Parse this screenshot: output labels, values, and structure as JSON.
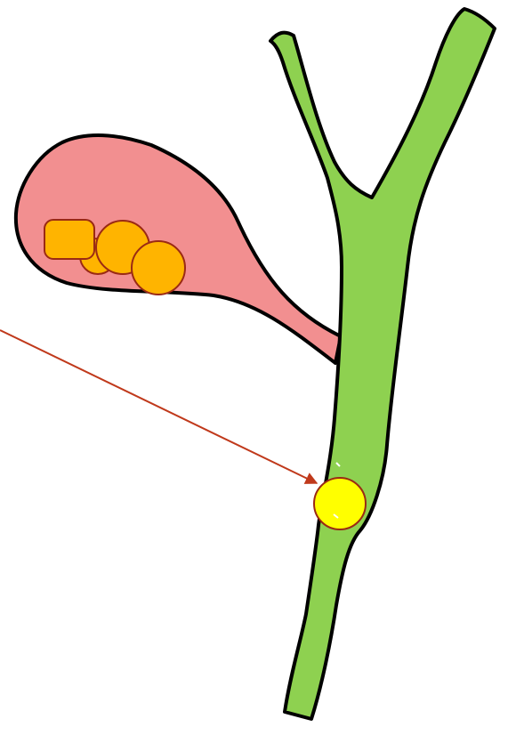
{
  "diagram": {
    "structures": [
      {
        "name": "gallbladder",
        "color": "#F28F90"
      },
      {
        "name": "bile-duct",
        "color": "#8ED150"
      },
      {
        "name": "gallstone-in-gallbladder",
        "count": 4,
        "color": "#FFB400"
      },
      {
        "name": "gallstone-in-duct",
        "count": 1,
        "color": "#FFFF00"
      }
    ],
    "outline_color": "#000000",
    "stone_border_color": "#9A2A14",
    "pointer_arrow_color": "#C0391B",
    "background": "#FFFFFF"
  }
}
